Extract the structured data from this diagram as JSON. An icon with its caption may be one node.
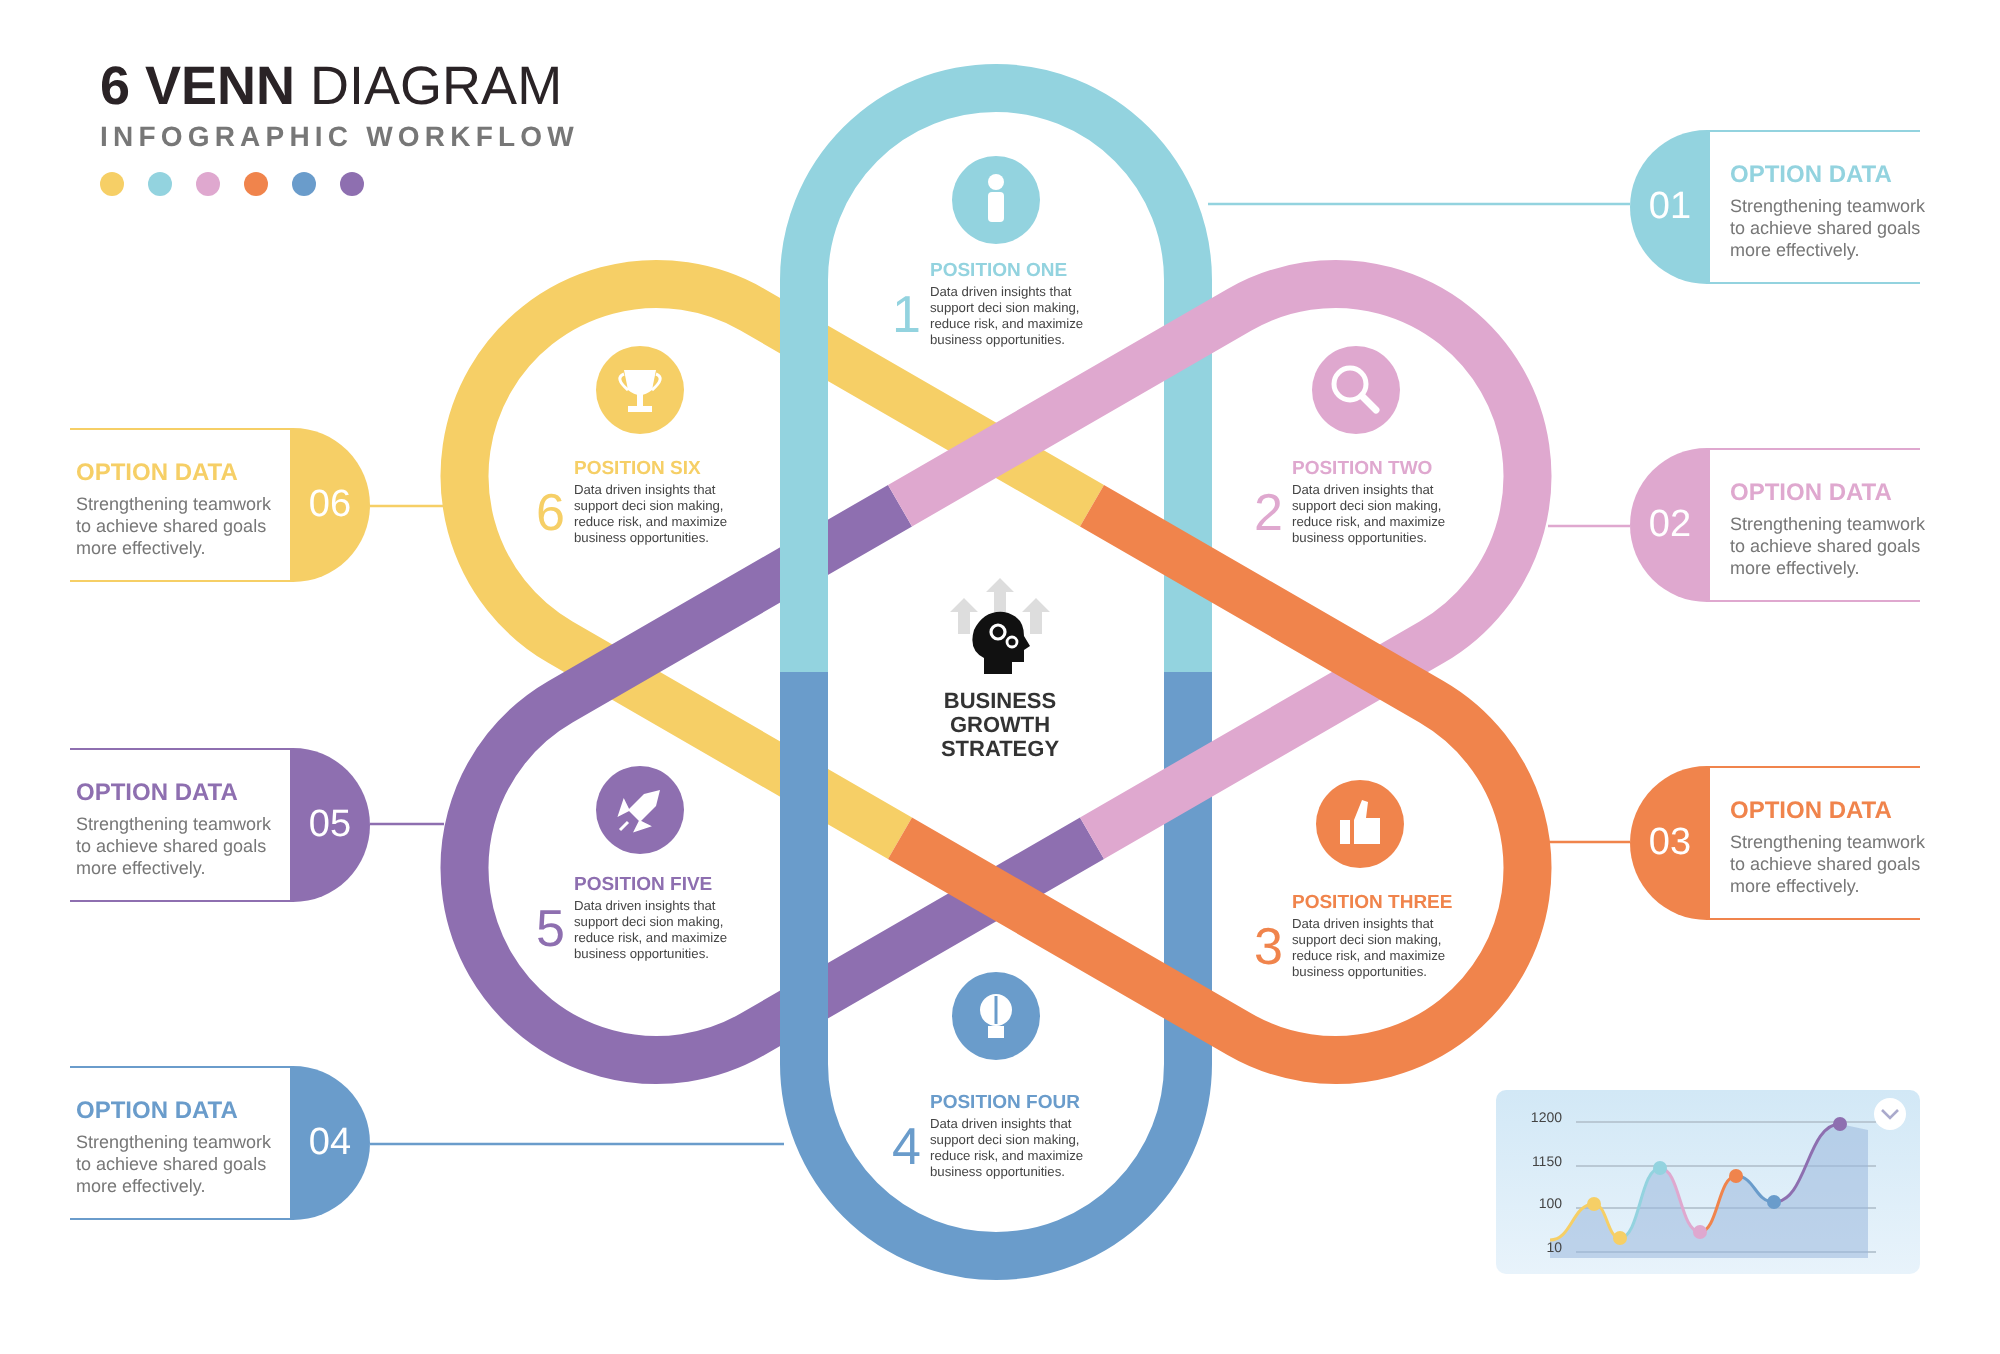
{
  "diagram": {
    "title": "**6 VENN** DIAGRAM",
    "nodes": [
      {
        "text": [
          "1",
          "POSITION ONE",
          "Data driven insights that support deci sion making, reduce risk, and maximize business opportunities."
        ]
      },
      {
        "text": [
          "2",
          "POSITION TWO",
          "Data driven insights that support deci sion making, reduce risk, and maximize business opportunities."
        ]
      },
      {
        "text": [
          "3",
          "POSITION THREE",
          "Data driven insights that support deci sion making, reduce risk, and maximize business opportunities."
        ]
      },
      {
        "text": [
          "4",
          "POSITION FOUR",
          "Data driven insights that support deci sion making, reduce risk, and maximize business opportunities."
        ]
      },
      {
        "text": [
          "5",
          "POSITION FIVE",
          "Data driven insights that support deci sion making, reduce risk, and maximize business opportunities."
        ]
      },
      {
        "text": [
          "6",
          "POSITION SIX",
          "Data driven insights that support deci sion making, reduce risk, and maximize business opportunities."
        ]
      },
      {
        "text": [
          "01",
          "OPTION DATA",
          "Strengthening teamwork to achieve shared goals more effectively."
        ]
      },
      {
        "text": [
          "02",
          "OPTION DATA",
          "Strengthening teamwork to achieve shared goals more effectively."
        ]
      },
      {
        "text": [
          "03",
          "OPTION DATA",
          "Strengthening teamwork to achieve shared goals more effectively."
        ]
      },
      {
        "text": [
          "04",
          "OPTION DATA",
          "Strengthening teamwork to achieve shared goals more effectively."
        ]
      },
      {
        "text": [
          "05",
          "OPTION DATA",
          "Strengthening teamwork to achieve shared goals more effectively."
        ]
      },
      {
        "text": [
          "06",
          "OPTION DATA",
          "Strengthening teamwork to achieve shared goals more effectively."
        ]
      },
      {
        "text": [
          "BUSINESS GROWTH STRATEGY"
        ]
      }
    ],
    "edges": [
      {
        "from": 6,
        "to": 0,
        "arrow": "none",
        "color": "#93d3df"
      },
      {
        "from": 7,
        "to": 1,
        "arrow": "none",
        "color": "#dfa8cf"
      },
      {
        "from": 8,
        "to": 2,
        "arrow": "none",
        "color": "#f0844c"
      },
      {
        "from": 9,
        "to": 3,
        "arrow": "none",
        "color": "#6a9ccb"
      },
      {
        "from": 10,
        "to": 4,
        "arrow": "none",
        "color": "#8e6fb0"
      },
      {
        "from": 11,
        "to": 5,
        "arrow": "none",
        "color": "#f6cf66"
      }
    ],
    "labels": [
      "INFOGRAPHIC WORKFLOW",
      "1200",
      "1150",
      "100",
      "10"
    ]
  }
}
